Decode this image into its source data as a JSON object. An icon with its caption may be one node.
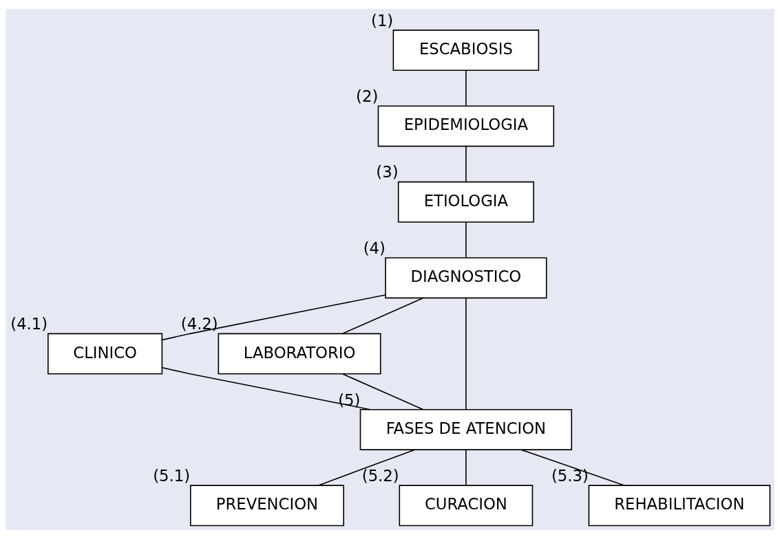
{
  "diagram": {
    "nodes": [
      {
        "text": [
          "ESCABIOSIS"
        ],
        "beside": [
          "(1)"
        ]
      },
      {
        "text": [
          "EPIDEMIOLOGIA"
        ],
        "beside": [
          "(2)"
        ]
      },
      {
        "text": [
          "ETIOLOGIA"
        ],
        "beside": [
          "(3)"
        ]
      },
      {
        "text": [
          "DIAGNOSTICO"
        ],
        "beside": [
          "(4)"
        ]
      },
      {
        "text": [
          "CLINICO"
        ],
        "beside": [
          "(4.1)"
        ]
      },
      {
        "text": [
          "LABORATORIO"
        ],
        "beside": [
          "(4.2)"
        ]
      },
      {
        "text": [
          "FASES DE ATENCION"
        ],
        "beside": [
          "(5)"
        ]
      },
      {
        "text": [
          "PREVENCION"
        ],
        "beside": [
          "(5.1)"
        ]
      },
      {
        "text": [
          "CURACION"
        ],
        "beside": [
          "(5.2)"
        ]
      },
      {
        "text": [
          "REHABILITACION"
        ],
        "beside": [
          "(5.3)"
        ]
      }
    ],
    "edges": [
      {
        "from": 0,
        "to": 1,
        "arrow": "none"
      },
      {
        "from": 1,
        "to": 2,
        "arrow": "none"
      },
      {
        "from": 2,
        "to": 3,
        "arrow": "none"
      },
      {
        "from": 3,
        "to": 4,
        "arrow": "none"
      },
      {
        "from": 3,
        "to": 6,
        "arrow": "none"
      },
      {
        "from": 3,
        "to": 5,
        "arrow": "none"
      },
      {
        "from": 4,
        "to": 6,
        "arrow": "none"
      },
      {
        "from": 5,
        "to": 6,
        "arrow": "none"
      },
      {
        "from": 6,
        "to": 7,
        "arrow": "none"
      },
      {
        "from": 6,
        "to": 8,
        "arrow": "none"
      },
      {
        "from": 6,
        "to": 9,
        "arrow": "none"
      }
    ]
  }
}
